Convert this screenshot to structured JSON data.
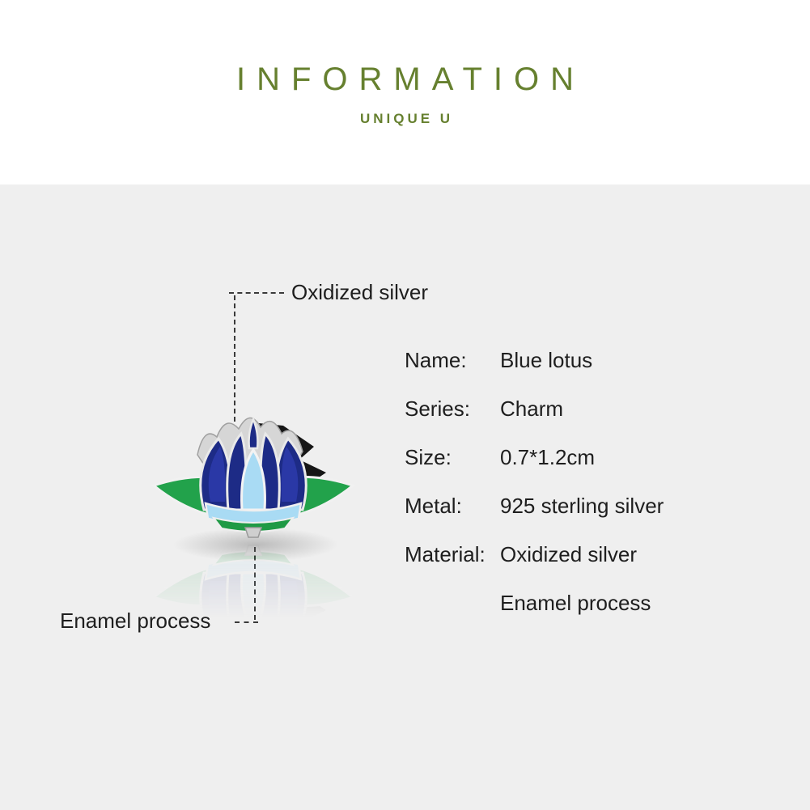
{
  "header": {
    "title": "INFORMATION",
    "subtitle": "UNIQUE U"
  },
  "callouts": {
    "top_label": "Oxidized silver",
    "bottom_label": "Enamel process"
  },
  "specs": {
    "rows": [
      {
        "label": "Name:",
        "value": "Blue lotus"
      },
      {
        "label": "Series:",
        "value": "Charm"
      },
      {
        "label": "Size:",
        "value": "0.7*1.2cm"
      },
      {
        "label": "Metal:",
        "value": "925 sterling silver"
      },
      {
        "label": "Material:",
        "value": "Oxidized silver"
      },
      {
        "label": "",
        "value": "Enamel process"
      }
    ]
  },
  "product": {
    "image": "blue-lotus-charm-photo"
  },
  "colors": {
    "accent_green": "#66802f",
    "panel_gray": "#efefef",
    "text_dark": "#1e1e1e",
    "line_dark": "#3a3a3a",
    "charm_navy": "#1d2b86",
    "charm_royal_blue": "#2a38a6",
    "charm_light_blue": "#a9dbf4",
    "charm_green": "#22a24b",
    "charm_silver": "#d6d6d6",
    "charm_black": "#161616"
  }
}
